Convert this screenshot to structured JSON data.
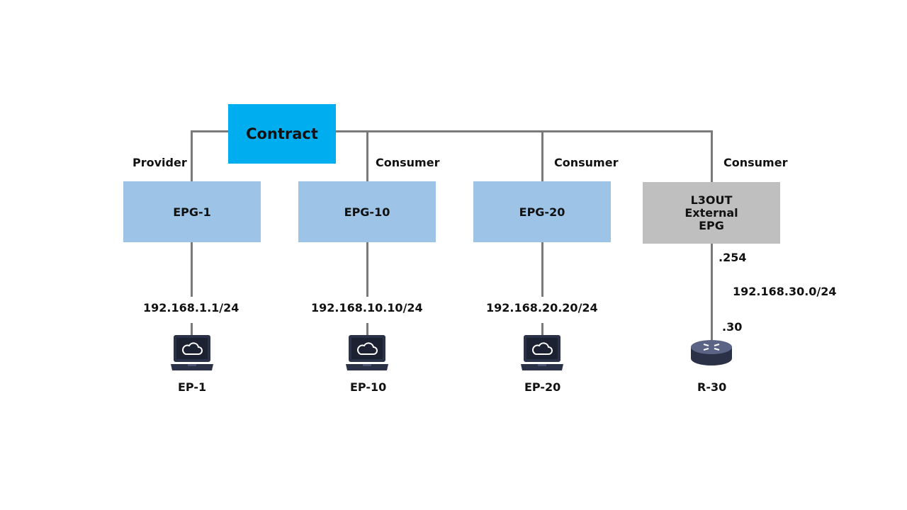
{
  "colors": {
    "contract": "#00aeef",
    "epg": "#9dc3e6",
    "l3out": "#bfbfbf",
    "line": "#7a7a7a",
    "device": "#2b3147"
  },
  "contract": {
    "label": "Contract"
  },
  "roles": {
    "epg1": "Provider",
    "epg10": "Consumer",
    "epg20": "Consumer",
    "l3out": "Consumer"
  },
  "epgs": {
    "epg1": "EPG-1",
    "epg10": "EPG-10",
    "epg20": "EPG-20"
  },
  "l3out": {
    "line1": "L3OUT",
    "line2": "External",
    "line3": "EPG"
  },
  "addresses": {
    "ep1": "192.168.1.1/24",
    "ep10": "192.168.10.10/24",
    "ep20": "192.168.20.20/24",
    "l3out_gateway": ".254",
    "r30_subnet": "192.168.30.0/24",
    "r30_host": ".30"
  },
  "endpoints": {
    "ep1": {
      "name": "EP-1",
      "icon": "laptop-cloud-icon"
    },
    "ep10": {
      "name": "EP-10",
      "icon": "laptop-cloud-icon"
    },
    "ep20": {
      "name": "EP-20",
      "icon": "laptop-cloud-icon"
    },
    "r30": {
      "name": "R-30",
      "icon": "router-icon"
    }
  }
}
